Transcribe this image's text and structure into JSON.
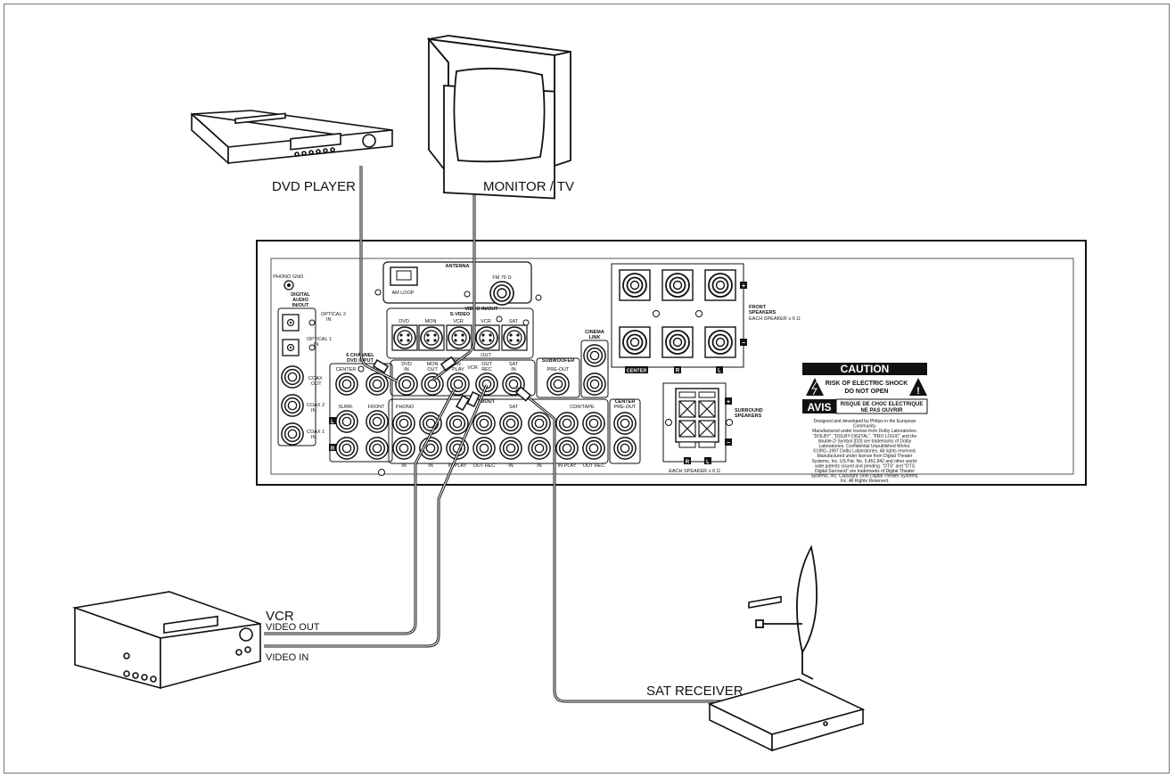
{
  "devices": {
    "dvd_player": "DVD PLAYER",
    "monitor_tv": "MONITOR / TV",
    "vcr": "VCR",
    "vcr_video_out": "VIDEO OUT",
    "vcr_video_in": "VIDEO IN",
    "sat_receiver": "SAT RECEIVER"
  },
  "panel": {
    "antenna": "ANTENNA",
    "am_loop": "AM LOOP",
    "fm": "FM 75 Ω",
    "phono_gnd": "PHONO GND.",
    "digital_audio": [
      "DIGITAL",
      "AUDIO",
      "IN/OUT"
    ],
    "optical2": [
      "OPTICAL 2",
      "IN"
    ],
    "optical1": [
      "OPTICAL 1",
      "IN"
    ],
    "coax_out": [
      "COAX",
      "OUT"
    ],
    "coax2": [
      "COAX 2",
      "IN"
    ],
    "coax1": [
      "COAX 1",
      "IN"
    ],
    "video_inout": "VIDEO IN/OUT",
    "svideo": "S-VIDEO",
    "svideo_labels": [
      "DVD",
      "MON",
      "VCR",
      "VCR",
      "SAT"
    ],
    "svideo_out": "OUT",
    "six_channel": [
      "6 CHANNEL",
      "DVD INPUT"
    ],
    "center": "CENTER",
    "surr": "SURR.",
    "front": "FRONT",
    "dvd_in": [
      "DVD",
      "IN"
    ],
    "mon_out": [
      "MON",
      "OUT"
    ],
    "vcr_in_play": [
      "IN",
      "PLAY"
    ],
    "vcr": "VCR",
    "vcr_out_rec": [
      "OUT",
      "REC"
    ],
    "sat_in": [
      "SAT",
      "IN"
    ],
    "audio_inout": "AUDIO IN/OUT",
    "phono": "PHONO",
    "sat": "SAT",
    "cdr_tape": "CDR/TAPE",
    "bottom_labels": [
      "IN",
      "IN",
      "IN PLAY",
      "OUT REC",
      "IN",
      "IN",
      "IN PLAY",
      "OUT REC"
    ],
    "subwoofer": "SUBWOOFER",
    "pre_out": "PRE-OUT",
    "cinema_link": [
      "CINEMA",
      "LINK"
    ],
    "center_pre_out": [
      "CENTER",
      "PRE-OUT"
    ],
    "front_speakers": [
      "FRONT",
      "SPEAKERS"
    ],
    "each_speaker_front": "EACH SPEAKER ≥ 6 Ω",
    "speaker_center": "CENTER",
    "speaker_r": "R",
    "speaker_l": "L",
    "surround_speakers": [
      "SURROUND",
      "SPEAKERS"
    ],
    "each_speaker_surround": "EACH SPEAKER ≥ 6 Ω",
    "plus": "+",
    "minus": "−",
    "side_l": "L",
    "side_r": "R"
  },
  "warning": {
    "caution": "CAUTION",
    "risk": "RISK OF ELECTRIC SHOCK",
    "do_not_open": "DO NOT OPEN",
    "avis": "AVIS",
    "risque": "RISQUE DE CHOC ELECTRIQUE",
    "ne_pas": "NE PAS OUVRIR"
  },
  "legal_lines": [
    "Designed and developed by Philips in the European",
    "Community.",
    "Manufactured under license from Dolby Laboratories.",
    "\"DOLBY\", \"DOLBY DIGITAL\", \"PRO LOGIC\" and the",
    "double-D Symbol [DD] are trademarks of Dolby",
    "Laboratories. Confidential Unpublished Works.",
    "©1992–1997 Dolby Laboratories. All rights reserved.",
    "Manufactured under license from Digital Theater",
    "Systems, Inc. US Pat. No. 5,451,942 and other world-",
    "wide patents issued and pending. \"DTS\" and \"DTS",
    "Digital Surround\" are trademarks of Digital Theater",
    "Systems, Inc. Copyright 1996 Digital Theater Systems,",
    "Inc. All Rights Reserved."
  ]
}
